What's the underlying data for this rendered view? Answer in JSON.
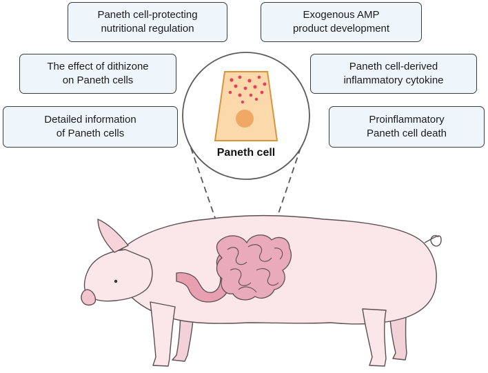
{
  "boxes": [
    {
      "id": "nutrition",
      "text": "Paneth cell-protecting\nnutritional regulation"
    },
    {
      "id": "amp",
      "text": "Exogenous AMP\nproduct development"
    },
    {
      "id": "dithizone",
      "text": "The effect of dithizone\non Paneth cells"
    },
    {
      "id": "cytokine",
      "text": "Paneth cell-derived\ninflammatory cytokine"
    },
    {
      "id": "info",
      "text": "Detailed information\nof Paneth cells"
    },
    {
      "id": "death",
      "text": "Proinflammatory\nPaneth cell death"
    }
  ],
  "center": {
    "label": "Paneth cell"
  },
  "colors": {
    "box_fill": "#eef5fb",
    "cell_fill": "#fbd9ab",
    "cell_outline": "#d9933f",
    "granule": "#e2415c",
    "nucleus": "#f0a964",
    "pig_body": "#fbe6ea",
    "pig_outline": "#5a4f51",
    "intestine": "#e9aabb",
    "stomach": "#e8a0b0"
  },
  "icons": [
    "paneth-cell-illustration",
    "pig-illustration",
    "intestine-illustration",
    "stomach-illustration"
  ]
}
